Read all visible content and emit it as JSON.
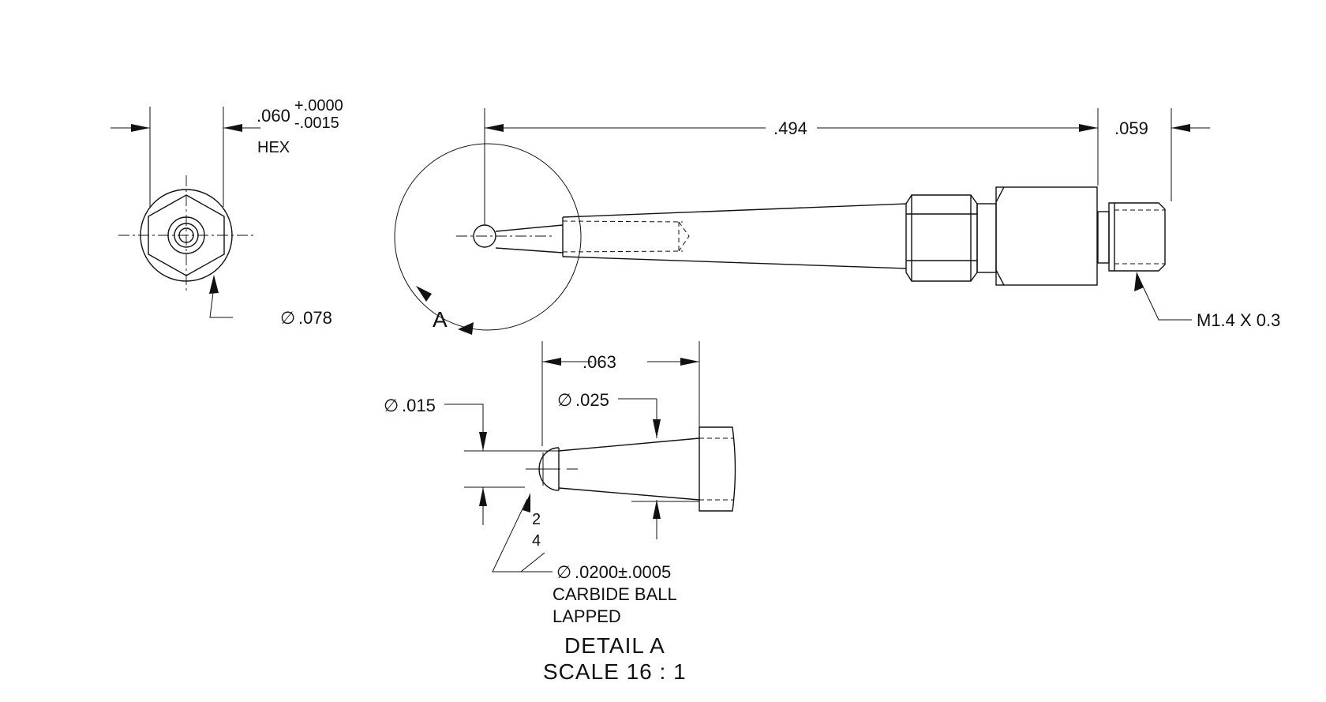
{
  "dimensions": {
    "hex_nominal": ".060",
    "hex_tol_plus": "+.0000",
    "hex_tol_minus": "-.0015",
    "hex_label": "HEX",
    "hex_diameter": ".078",
    "overall_length": ".494",
    "thread_length": ".059",
    "thread_spec": "M1.4 X 0.3",
    "detail_length": ".063",
    "detail_diam_small": ".015",
    "detail_diam_shank": ".025",
    "ball_diam": ".0200±.0005",
    "ball_note_1": "CARBIDE BALL",
    "ball_note_2": "LAPPED",
    "surface_finish_top": "2",
    "surface_finish_bottom": "4"
  },
  "detail": {
    "callout_letter": "A",
    "title": "DETAIL A",
    "scale": "SCALE 16 : 1"
  },
  "symbols": {
    "diameter": "∅"
  }
}
